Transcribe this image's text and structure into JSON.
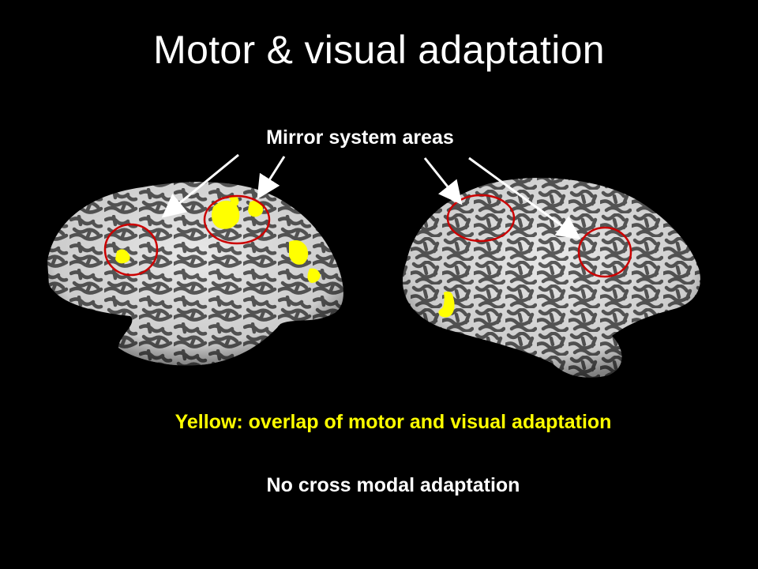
{
  "slide": {
    "title": "Motor & visual adaptation",
    "mirror_label": "Mirror system areas",
    "caption_overlap": "Yellow: overlap of motor and visual adaptation",
    "caption_crossmodal": "No cross modal adaptation"
  },
  "colors": {
    "background": "#000000",
    "brain_light": "#e8e8e8",
    "brain_dark": "#5a5a5a",
    "overlap": "#ffff00",
    "circle": "#cc0000",
    "arrow": "#ffffff"
  },
  "icons": {
    "left_hemisphere": "brain-left-hemisphere-image",
    "right_hemisphere": "brain-right-hemisphere-image"
  }
}
